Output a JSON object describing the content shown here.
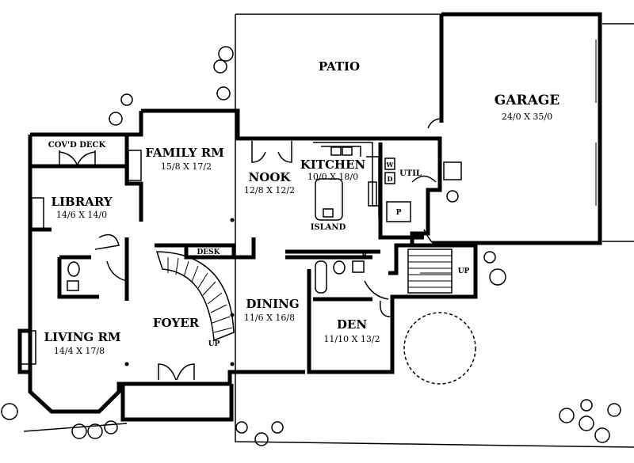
{
  "rooms": {
    "patio": {
      "name": "PATIO"
    },
    "garage": {
      "name": "GARAGE",
      "dims": "24/0 X 35/0"
    },
    "covd_deck": {
      "name": "COV'D DECK"
    },
    "family_rm": {
      "name": "FAMILY RM",
      "dims": "15/8 X 17/2"
    },
    "nook": {
      "name": "NOOK",
      "dims": "12/8 X 12/2"
    },
    "kitchen": {
      "name": "KITCHEN",
      "dims": "10/0 X 18/0"
    },
    "util": {
      "name": "UTIL"
    },
    "library": {
      "name": "LIBRARY",
      "dims": "14/6 X 14/0"
    },
    "island": {
      "name": "ISLAND"
    },
    "desk": {
      "name": "DESK"
    },
    "foyer": {
      "name": "FOYER"
    },
    "dining": {
      "name": "DINING",
      "dims": "11/6 X 16/8"
    },
    "den": {
      "name": "DEN",
      "dims": "11/10 X 13/2"
    },
    "living_rm": {
      "name": "LIVING RM",
      "dims": "14/4 X 17/8"
    }
  },
  "marks": {
    "up_main": "UP",
    "up_back": "UP",
    "refrigerator": "R",
    "pantry": "P",
    "washer": "W",
    "dryer": "D"
  }
}
